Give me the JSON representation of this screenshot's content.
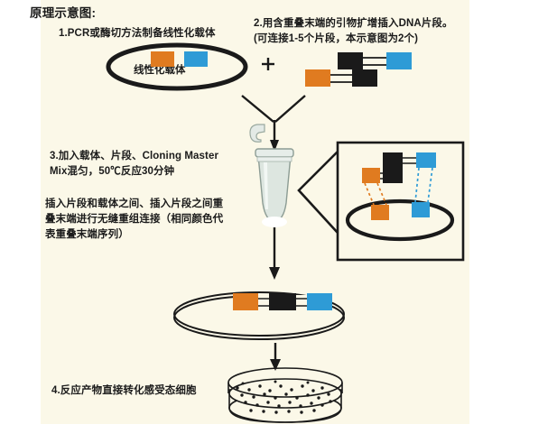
{
  "figure": {
    "title": "原理示意图:",
    "background_color": "#fbf8e8",
    "page_background": "#ffffff"
  },
  "steps": [
    {
      "id": "step1",
      "number": "1",
      "text": "1.PCR或酶切方法制备线性化载体",
      "vector_label": "线性化载体"
    },
    {
      "id": "step2",
      "number": "2",
      "text": "2.用含重叠末端的引物扩增插入DNA片段。\n(可连接1-5个片段，本示意图为2个)",
      "plus_sign": "+"
    },
    {
      "id": "step3",
      "number": "3",
      "text": "3.加入载体、片段、Cloning Master\nMix混匀，50℃反应30分钟",
      "note": "插入片段和载体之间、插入片段之间重\n叠末端进行无缝重组连接（相同颜色代\n表重叠末端序列）"
    },
    {
      "id": "step4",
      "number": "4",
      "text": "4.反应产物直接转化感受态细胞"
    }
  ],
  "colors": {
    "orange": "#E07B20",
    "blue": "#2E9BD6",
    "black": "#1a1a1a",
    "line": "#1a1a1a",
    "tube_body": "#dde6e0",
    "tube_edge": "#9aa9a0"
  },
  "elements": {
    "linearized_vector_circle": "linearized-vector-plasmid",
    "insert_fragment_1": "insert-fragment-orange-black",
    "insert_fragment_2": "insert-fragment-black-blue",
    "reaction_tube": "microcentrifuge-tube",
    "inset_panel": "recombination-detail-inset",
    "assembled_plasmid": "assembled-recombinant-plasmid",
    "petri_dish": "petri-dish-with-colonies"
  }
}
